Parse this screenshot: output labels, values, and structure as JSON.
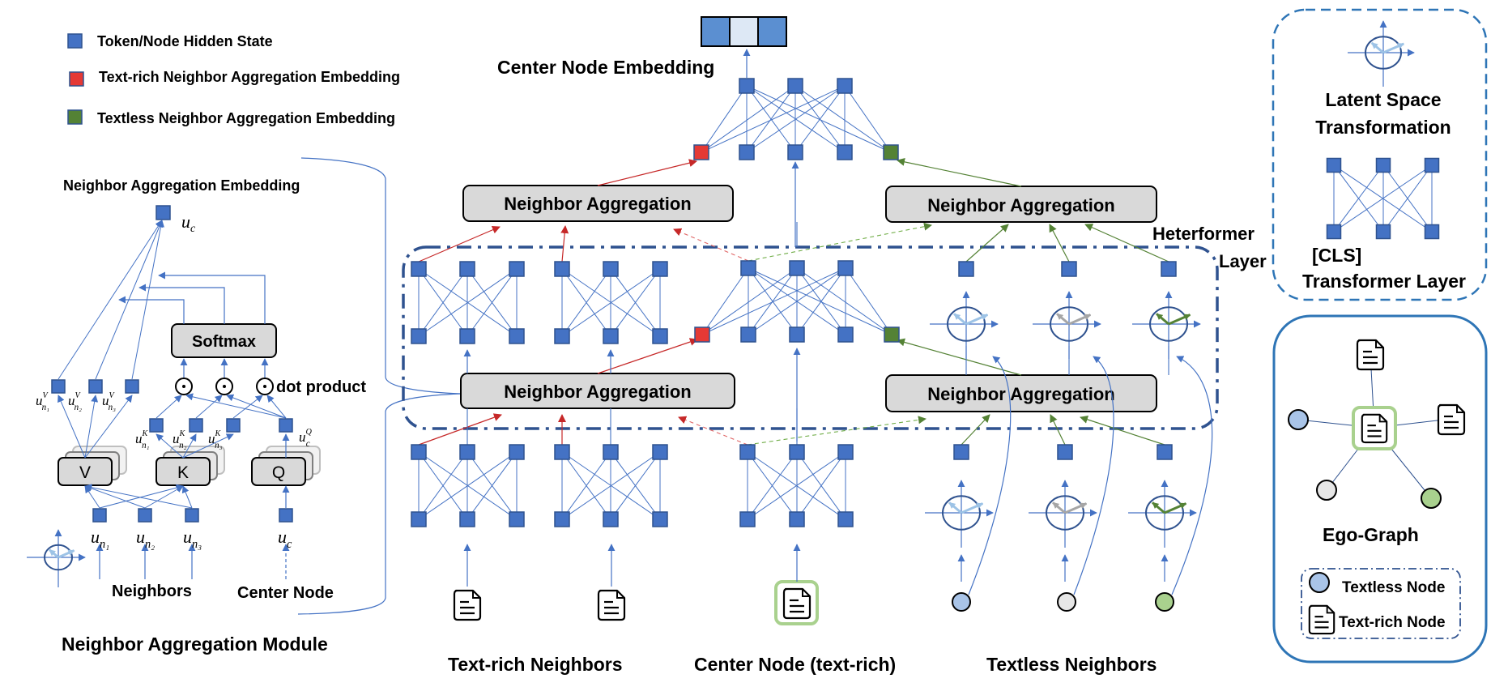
{
  "legend": {
    "items": [
      {
        "label": "Token/Node Hidden State",
        "color": "#4472c4"
      },
      {
        "label": "Text-rich Neighbor Aggregation Embedding",
        "color": "#e53935"
      },
      {
        "label": "Textless Neighbor Aggregation Embedding",
        "color": "#548235"
      }
    ]
  },
  "colors": {
    "hidden_state": "#4472c4",
    "text_rich_agg": "#e53935",
    "textless_agg": "#548235",
    "box_fill": "#d9d9d9",
    "textless_node_blue": "#a9c4e8",
    "textless_node_grey": "#e6e6e6",
    "textless_node_green": "#a9d18e",
    "center_highlight": "#a9d18e",
    "embedding_dark": "#5b8fd1",
    "embedding_light": "#dde8f5"
  },
  "module": {
    "title": "Neighbor Aggregation Module",
    "embedding_title": "Neighbor Aggregation Embedding",
    "uc_label": "u",
    "uc_sub": "c",
    "softmax": "Softmax",
    "dot_product": "dot product",
    "dot_symbol": "⊙",
    "v_label": "V",
    "k_label": "K",
    "q_label": "Q",
    "v_vectors": [
      {
        "base": "u",
        "sup": "V",
        "sub": "n₁"
      },
      {
        "base": "u",
        "sup": "V",
        "sub": "n₂"
      },
      {
        "base": "u",
        "sup": "V",
        "sub": "n₃"
      }
    ],
    "k_vectors": [
      {
        "base": "u",
        "sup": "K",
        "sub": "n₁"
      },
      {
        "base": "u",
        "sup": "K",
        "sub": "n₂"
      },
      {
        "base": "u",
        "sup": "K",
        "sub": "n₃"
      }
    ],
    "q_vector": {
      "base": "u",
      "sup": "Q",
      "sub": "c"
    },
    "neighbor_inputs": [
      {
        "base": "u",
        "sub": "n₁"
      },
      {
        "base": "u",
        "sub": "n₂"
      },
      {
        "base": "u",
        "sub": "n₃"
      }
    ],
    "center_input": {
      "base": "u",
      "sub": "c"
    },
    "neighbors_label": "Neighbors",
    "center_node_label": "Center Node"
  },
  "main": {
    "center_embedding_label": "Center Node Embedding",
    "neighbor_aggregation_label": "Neighbor Aggregation",
    "layer_label_line1": "Heterformer",
    "layer_label_line2": "Layer",
    "bottom_labels": {
      "text_rich": "Text-rich Neighbors",
      "center": "Center Node (text-rich)",
      "textless": "Textless Neighbors"
    }
  },
  "side_legend": {
    "latent_line1": "Latent Space",
    "latent_line2": "Transformation",
    "cls_label": "[CLS]",
    "transformer_label": "Transformer Layer"
  },
  "ego_graph": {
    "title": "Ego-Graph",
    "legend_textless": "Textless Node",
    "legend_textrich": "Text-rich Node"
  }
}
